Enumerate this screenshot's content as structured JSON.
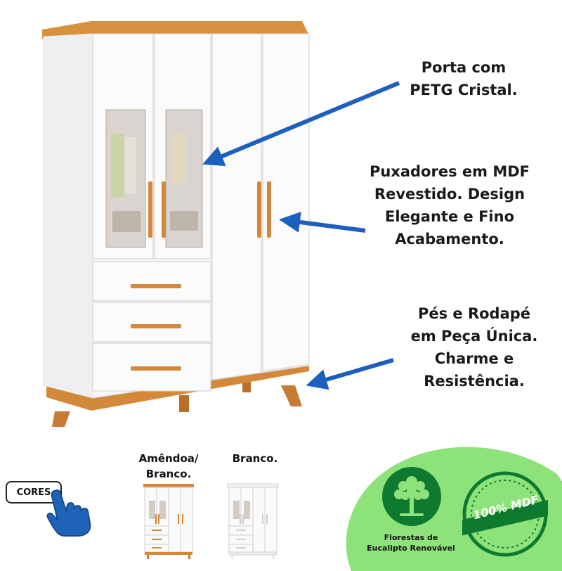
{
  "callouts": [
    {
      "lines": [
        "Porta com",
        "PETG Cristal."
      ]
    },
    {
      "lines": [
        "Puxadores em MDF",
        "Revestido. Design",
        "Elegante e Fino",
        "Acabamento."
      ]
    },
    {
      "lines": [
        "Pés e Rodapé",
        "em Peça Única.",
        "Charme e",
        "Resistência."
      ]
    }
  ],
  "swatches": [
    {
      "lines": [
        "Amêndoa/",
        "Branco."
      ]
    },
    {
      "lines": [
        "Branco."
      ]
    }
  ],
  "cores_button": "CORES",
  "badges": {
    "tree_caption": [
      "Florestas de",
      "Eucalipto Renovável"
    ],
    "mdf_label": "100% MDF"
  },
  "colors": {
    "arrow_blue": "#1d5fbf",
    "wood": "#d4893a",
    "cabinet_white": "#fbfbfb",
    "badge_green": "#0e7a2f",
    "blob_green": "#8ee27a",
    "hand_blue": "#1f63b8"
  },
  "icons": [
    "hand-pointer-icon",
    "tree-icon",
    "mdf-seal-icon"
  ]
}
